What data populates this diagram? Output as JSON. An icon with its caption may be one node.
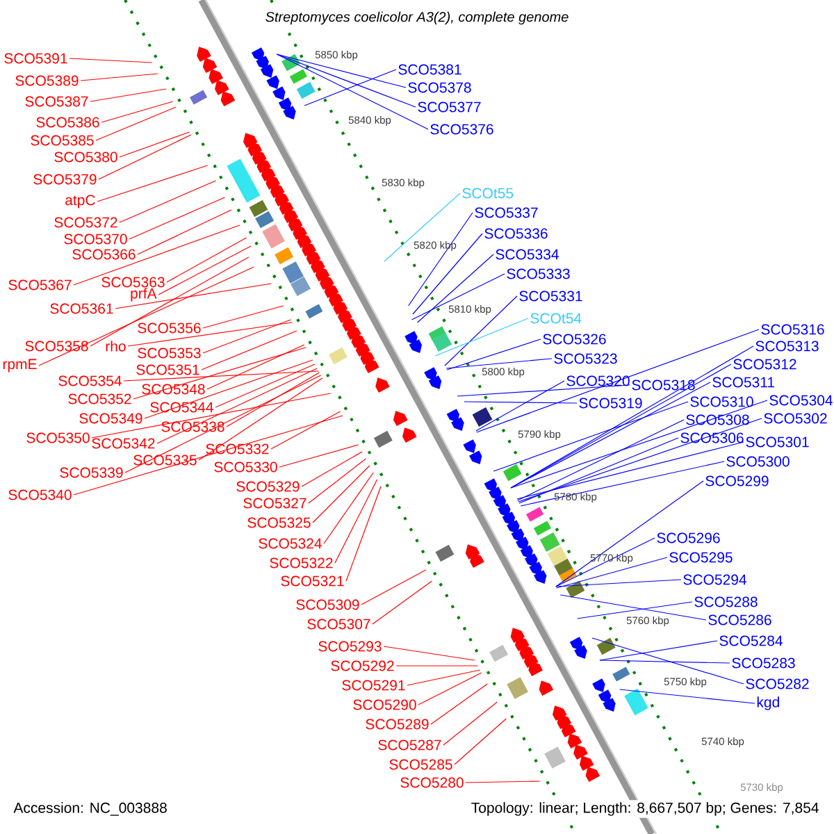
{
  "diagram": {
    "title": "Streptomyces coelicolor A3(2), complete genome",
    "nodes": [
      {
        "text": [
          "SCO5391"
        ]
      },
      {
        "text": [
          "SCO5389"
        ]
      },
      {
        "text": [
          "SCO5387"
        ]
      },
      {
        "text": [
          "SCO5386"
        ]
      },
      {
        "text": [
          "SCO5385"
        ]
      },
      {
        "text": [
          "SCO5380"
        ]
      },
      {
        "text": [
          "SCO5379"
        ]
      },
      {
        "text": [
          "atpC"
        ]
      },
      {
        "text": [
          "SCO5372"
        ]
      },
      {
        "text": [
          "SCO5370"
        ]
      },
      {
        "text": [
          "SCO5366"
        ]
      },
      {
        "text": [
          "SCO5367"
        ]
      },
      {
        "text": [
          "SCO5363"
        ]
      },
      {
        "text": [
          "prfA"
        ]
      },
      {
        "text": [
          "SCO5361"
        ]
      },
      {
        "text": [
          "SCO5356"
        ]
      },
      {
        "text": [
          "SCO5358"
        ]
      },
      {
        "text": [
          "rho"
        ]
      },
      {
        "text": [
          "rpmE"
        ]
      },
      {
        "text": [
          "SCO5353"
        ]
      },
      {
        "text": [
          "SCO5354"
        ]
      },
      {
        "text": [
          "SCO5351"
        ]
      },
      {
        "text": [
          "SCO5352"
        ]
      },
      {
        "text": [
          "SCO5348"
        ]
      },
      {
        "text": [
          "SCO5349"
        ]
      },
      {
        "text": [
          "SCO5344"
        ]
      },
      {
        "text": [
          "SCO5350"
        ]
      },
      {
        "text": [
          "SCO5338"
        ]
      },
      {
        "text": [
          "SCO5342"
        ]
      },
      {
        "text": [
          "SCO5335"
        ]
      },
      {
        "text": [
          "SCO5339"
        ]
      },
      {
        "text": [
          "SCO5340"
        ]
      },
      {
        "text": [
          "SCO5332"
        ]
      },
      {
        "text": [
          "SCO5330"
        ]
      },
      {
        "text": [
          "SCO5329"
        ]
      },
      {
        "text": [
          "SCO5327"
        ]
      },
      {
        "text": [
          "SCO5325"
        ]
      },
      {
        "text": [
          "SCO5324"
        ]
      },
      {
        "text": [
          "SCO5322"
        ]
      },
      {
        "text": [
          "SCO5321"
        ]
      },
      {
        "text": [
          "SCO5309"
        ]
      },
      {
        "text": [
          "SCO5307"
        ]
      },
      {
        "text": [
          "SCO5293"
        ]
      },
      {
        "text": [
          "SCO5292"
        ]
      },
      {
        "text": [
          "SCO5291"
        ]
      },
      {
        "text": [
          "SCO5290"
        ]
      },
      {
        "text": [
          "SCO5289"
        ]
      },
      {
        "text": [
          "SCO5287"
        ]
      },
      {
        "text": [
          "SCO5285"
        ]
      },
      {
        "text": [
          "SCO5280"
        ]
      },
      {
        "text": [
          "SCO5381"
        ]
      },
      {
        "text": [
          "SCO5378"
        ]
      },
      {
        "text": [
          "SCO5377"
        ]
      },
      {
        "text": [
          "SCO5376"
        ]
      },
      {
        "text": [
          "SCOt55"
        ]
      },
      {
        "text": [
          "SCO5337"
        ]
      },
      {
        "text": [
          "SCO5336"
        ]
      },
      {
        "text": [
          "SCO5334"
        ]
      },
      {
        "text": [
          "SCO5333"
        ]
      },
      {
        "text": [
          "SCO5331"
        ]
      },
      {
        "text": [
          "SCOt54"
        ]
      },
      {
        "text": [
          "SCO5326"
        ]
      },
      {
        "text": [
          "SCO5323"
        ]
      },
      {
        "text": [
          "SCO5320"
        ]
      },
      {
        "text": [
          "SCO5318"
        ]
      },
      {
        "text": [
          "SCO5319"
        ]
      },
      {
        "text": [
          "SCO5316"
        ]
      },
      {
        "text": [
          "SCO5313"
        ]
      },
      {
        "text": [
          "SCO5312"
        ]
      },
      {
        "text": [
          "SCO5311"
        ]
      },
      {
        "text": [
          "SCO5310"
        ]
      },
      {
        "text": [
          "SCO5304"
        ]
      },
      {
        "text": [
          "SCO5308"
        ]
      },
      {
        "text": [
          "SCO5302"
        ]
      },
      {
        "text": [
          "SCO5306"
        ]
      },
      {
        "text": [
          "SCO5301"
        ]
      },
      {
        "text": [
          "SCO5300"
        ]
      },
      {
        "text": [
          "SCO5299"
        ]
      },
      {
        "text": [
          "SCO5296"
        ]
      },
      {
        "text": [
          "SCO5295"
        ]
      },
      {
        "text": [
          "SCO5294"
        ]
      },
      {
        "text": [
          "SCO5288"
        ]
      },
      {
        "text": [
          "SCO5286"
        ]
      },
      {
        "text": [
          "SCO5284"
        ]
      },
      {
        "text": [
          "SCO5283"
        ]
      },
      {
        "text": [
          "SCO5282"
        ]
      },
      {
        "text": [
          "kgd"
        ]
      }
    ],
    "edges": [
      {
        "from": 0,
        "to": null,
        "arrow": "none"
      },
      {
        "from": 1,
        "to": null,
        "arrow": "none"
      },
      {
        "from": 2,
        "to": null,
        "arrow": "none"
      },
      {
        "from": 3,
        "to": null,
        "arrow": "none"
      },
      {
        "from": 4,
        "to": null,
        "arrow": "none"
      },
      {
        "from": 5,
        "to": null,
        "arrow": "none"
      },
      {
        "from": 6,
        "to": null,
        "arrow": "none"
      },
      {
        "from": 7,
        "to": null,
        "arrow": "none"
      },
      {
        "from": 8,
        "to": null,
        "arrow": "none"
      },
      {
        "from": 9,
        "to": null,
        "arrow": "none"
      },
      {
        "from": 10,
        "to": null,
        "arrow": "none"
      },
      {
        "from": 11,
        "to": null,
        "arrow": "none"
      },
      {
        "from": 12,
        "to": null,
        "arrow": "none"
      },
      {
        "from": 13,
        "to": null,
        "arrow": "none"
      },
      {
        "from": 14,
        "to": null,
        "arrow": "none"
      },
      {
        "from": 15,
        "to": null,
        "arrow": "none"
      },
      {
        "from": 16,
        "to": null,
        "arrow": "none"
      },
      {
        "from": 17,
        "to": null,
        "arrow": "none"
      },
      {
        "from": 18,
        "to": null,
        "arrow": "none"
      },
      {
        "from": 19,
        "to": null,
        "arrow": "none"
      },
      {
        "from": 20,
        "to": null,
        "arrow": "none"
      },
      {
        "from": 21,
        "to": null,
        "arrow": "none"
      },
      {
        "from": 22,
        "to": null,
        "arrow": "none"
      },
      {
        "from": 23,
        "to": null,
        "arrow": "none"
      },
      {
        "from": 24,
        "to": null,
        "arrow": "none"
      },
      {
        "from": 25,
        "to": null,
        "arrow": "none"
      },
      {
        "from": 26,
        "to": null,
        "arrow": "none"
      },
      {
        "from": 27,
        "to": null,
        "arrow": "none"
      },
      {
        "from": 28,
        "to": null,
        "arrow": "none"
      },
      {
        "from": 29,
        "to": null,
        "arrow": "none"
      },
      {
        "from": 30,
        "to": null,
        "arrow": "none"
      },
      {
        "from": 31,
        "to": null,
        "arrow": "none"
      },
      {
        "from": 32,
        "to": null,
        "arrow": "none"
      },
      {
        "from": 33,
        "to": null,
        "arrow": "none"
      },
      {
        "from": 34,
        "to": null,
        "arrow": "none"
      },
      {
        "from": 35,
        "to": null,
        "arrow": "none"
      },
      {
        "from": 36,
        "to": null,
        "arrow": "none"
      },
      {
        "from": 37,
        "to": null,
        "arrow": "none"
      },
      {
        "from": 38,
        "to": null,
        "arrow": "none"
      },
      {
        "from": 39,
        "to": null,
        "arrow": "none"
      },
      {
        "from": 40,
        "to": null,
        "arrow": "none"
      },
      {
        "from": 41,
        "to": null,
        "arrow": "none"
      },
      {
        "from": 42,
        "to": null,
        "arrow": "none"
      },
      {
        "from": 43,
        "to": null,
        "arrow": "none"
      },
      {
        "from": 44,
        "to": null,
        "arrow": "none"
      },
      {
        "from": 45,
        "to": null,
        "arrow": "none"
      },
      {
        "from": 46,
        "to": null,
        "arrow": "none"
      },
      {
        "from": 47,
        "to": null,
        "arrow": "none"
      },
      {
        "from": 48,
        "to": null,
        "arrow": "none"
      },
      {
        "from": 49,
        "to": null,
        "arrow": "none"
      },
      {
        "from": 50,
        "to": null,
        "arrow": "none",
        "color": "#0000ff"
      },
      {
        "from": 51,
        "to": null,
        "arrow": "none",
        "color": "#0000ff"
      },
      {
        "from": 52,
        "to": null,
        "arrow": "none",
        "color": "#0000ff"
      },
      {
        "from": 53,
        "to": null,
        "arrow": "none",
        "color": "#0000ff"
      },
      {
        "from": 54,
        "to": null,
        "arrow": "none",
        "color": "#33ccff"
      },
      {
        "from": 55,
        "to": null,
        "arrow": "none",
        "color": "#0000ff"
      },
      {
        "from": 56,
        "to": null,
        "arrow": "none",
        "color": "#0000ff"
      },
      {
        "from": 57,
        "to": null,
        "arrow": "none",
        "color": "#0000ff"
      },
      {
        "from": 58,
        "to": null,
        "arrow": "none",
        "color": "#0000ff"
      },
      {
        "from": 59,
        "to": null,
        "arrow": "none",
        "color": "#0000ff"
      },
      {
        "from": 60,
        "to": null,
        "arrow": "none",
        "color": "#33ccff"
      },
      {
        "from": 61,
        "to": null,
        "arrow": "none",
        "color": "#0000ff"
      },
      {
        "from": 62,
        "to": null,
        "arrow": "none",
        "color": "#0000ff"
      },
      {
        "from": 63,
        "to": null,
        "arrow": "none",
        "color": "#0000ff"
      },
      {
        "from": 64,
        "to": null,
        "arrow": "none",
        "color": "#0000ff"
      },
      {
        "from": 65,
        "to": null,
        "arrow": "none",
        "color": "#0000ff"
      },
      {
        "from": 66,
        "to": null,
        "arrow": "none",
        "color": "#0000ff"
      },
      {
        "from": 67,
        "to": null,
        "arrow": "none",
        "color": "#0000ff"
      },
      {
        "from": 68,
        "to": null,
        "arrow": "none",
        "color": "#0000ff"
      },
      {
        "from": 69,
        "to": null,
        "arrow": "none",
        "color": "#0000ff"
      },
      {
        "from": 70,
        "to": null,
        "arrow": "none",
        "color": "#0000ff"
      },
      {
        "from": 71,
        "to": null,
        "arrow": "none",
        "color": "#0000ff"
      },
      {
        "from": 72,
        "to": null,
        "arrow": "none",
        "color": "#0000ff"
      },
      {
        "from": 73,
        "to": null,
        "arrow": "none",
        "color": "#0000ff"
      },
      {
        "from": 74,
        "to": null,
        "arrow": "none",
        "color": "#0000ff"
      },
      {
        "from": 75,
        "to": null,
        "arrow": "none",
        "color": "#0000ff"
      },
      {
        "from": 76,
        "to": null,
        "arrow": "none",
        "color": "#0000ff"
      },
      {
        "from": 77,
        "to": null,
        "arrow": "none",
        "color": "#0000ff"
      },
      {
        "from": 78,
        "to": null,
        "arrow": "none",
        "color": "#0000ff"
      },
      {
        "from": 79,
        "to": null,
        "arrow": "none",
        "color": "#0000ff"
      },
      {
        "from": 80,
        "to": null,
        "arrow": "none",
        "color": "#0000ff"
      },
      {
        "from": 81,
        "to": null,
        "arrow": "none",
        "color": "#0000ff"
      },
      {
        "from": 82,
        "to": null,
        "arrow": "none",
        "color": "#0000ff"
      },
      {
        "from": 83,
        "to": null,
        "arrow": "none",
        "color": "#0000ff"
      },
      {
        "from": 84,
        "to": null,
        "arrow": "none",
        "color": "#0000ff"
      },
      {
        "from": 85,
        "to": null,
        "arrow": "none",
        "color": "#0000ff"
      },
      {
        "from": 86,
        "to": null,
        "arrow": "none",
        "color": "#0000ff"
      }
    ],
    "labels": [
      "5850 kbp",
      "5840 kbp",
      "5830 kbp",
      "5820 kbp",
      "5810 kbp",
      "5800 kbp",
      "5790 kbp",
      "5780 kbp",
      "5770 kbp",
      "5760 kbp",
      "5750 kbp",
      "5740 kbp",
      "5730 kbp",
      "Accession: NC_003888",
      "Topology: linear; Length: 8,667,507 bp; Genes: 7,854"
    ]
  }
}
